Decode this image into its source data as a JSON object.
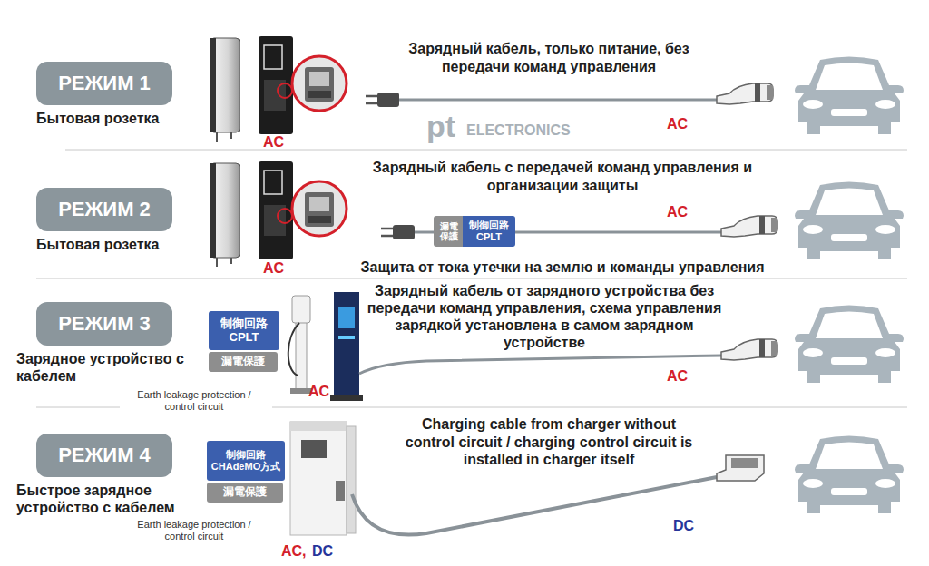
{
  "diagram": {
    "nodes": [
      {
        "text": [
          "РЕЖИМ 1",
          "Бытовая розетка"
        ]
      },
      {
        "text": [
          "РЕЖИМ 2",
          "Бытовая розетка"
        ]
      },
      {
        "text": [
          "漏電 保護"
        ]
      },
      {
        "text": [
          "制御回路 CPLT"
        ]
      },
      {
        "text": [
          "РЕЖИМ 3",
          "Зарядное устройство с кабелем"
        ]
      },
      {
        "text": [
          "制御回路 CPLT"
        ]
      },
      {
        "text": [
          "漏電保護"
        ]
      },
      {
        "text": [
          "РЕЖИМ 4",
          "Быстрое зарядное устройство с кабелем"
        ]
      },
      {
        "text": [
          "制御回路 CHAdeMO方式"
        ]
      },
      {
        "text": [
          "漏電保護"
        ]
      }
    ],
    "labels": [
      "AC",
      "Зарядный кабель, только питание, без передачи команд управления",
      "AC",
      "AC",
      "Зарядный кабель с передачей команд управления и организации защиты",
      "AC",
      "Защита от тока утечки на землю и команды управления",
      "pt",
      "ELECTRONICS",
      "Зарядный кабель от зарядного устройства без передачи команд управления, схема управления зарядкой установлена в самом зарядном устройстве",
      "Earth leakage protection / control circuit",
      "AC",
      "AC",
      "Charging cable from charger without control circuit / charging control circuit is installed in charger itself",
      "Earth leakage protection / control circuit",
      "AC,",
      "DC",
      "DC"
    ]
  }
}
